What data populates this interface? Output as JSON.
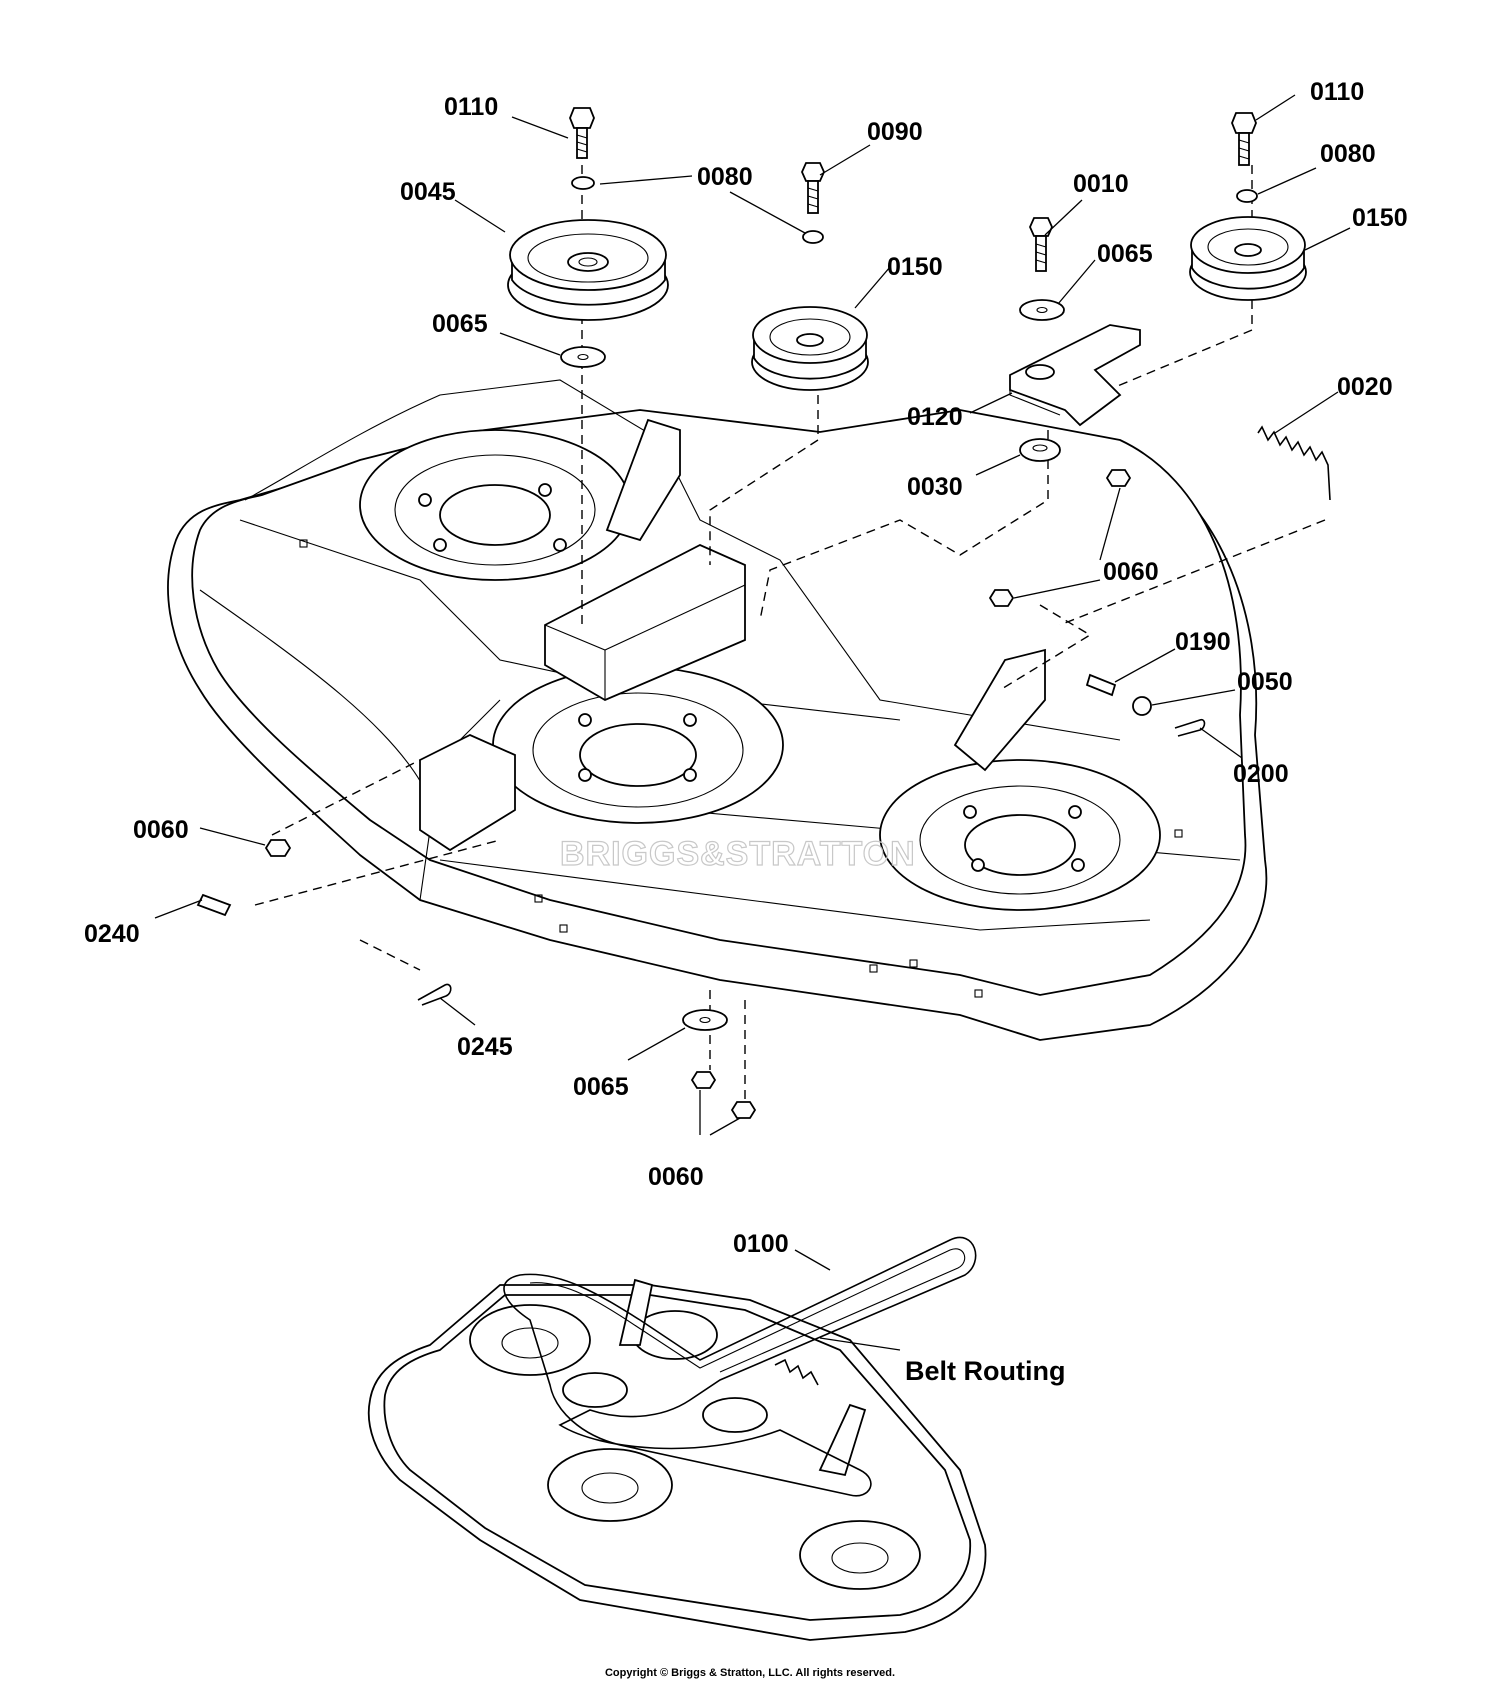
{
  "labels": [
    {
      "id": "0110-a",
      "text": "0110"
    },
    {
      "id": "0080-a",
      "text": "0080"
    },
    {
      "id": "0045",
      "text": "0045"
    },
    {
      "id": "0065-a",
      "text": "0065"
    },
    {
      "id": "0090",
      "text": "0090"
    },
    {
      "id": "0150-a",
      "text": "0150"
    },
    {
      "id": "0010",
      "text": "0010"
    },
    {
      "id": "0065-b",
      "text": "0065"
    },
    {
      "id": "0110-b",
      "text": "0110"
    },
    {
      "id": "0080-b",
      "text": "0080"
    },
    {
      "id": "0150-b",
      "text": "0150"
    },
    {
      "id": "0020",
      "text": "0020"
    },
    {
      "id": "0120",
      "text": "0120"
    },
    {
      "id": "0030",
      "text": "0030"
    },
    {
      "id": "0060-a",
      "text": "0060"
    },
    {
      "id": "0190",
      "text": "0190"
    },
    {
      "id": "0050",
      "text": "0050"
    },
    {
      "id": "0200",
      "text": "0200"
    },
    {
      "id": "0060-b",
      "text": "0060"
    },
    {
      "id": "0240",
      "text": "0240"
    },
    {
      "id": "0245",
      "text": "0245"
    },
    {
      "id": "0065-c",
      "text": "0065"
    },
    {
      "id": "0060-c",
      "text": "0060"
    },
    {
      "id": "0100",
      "text": "0100"
    }
  ],
  "belt_routing_label": "Belt Routing",
  "watermark": "BRIGGS&STRATTON",
  "copyright": "Copyright © Briggs & Stratton, LLC. All rights reserved."
}
